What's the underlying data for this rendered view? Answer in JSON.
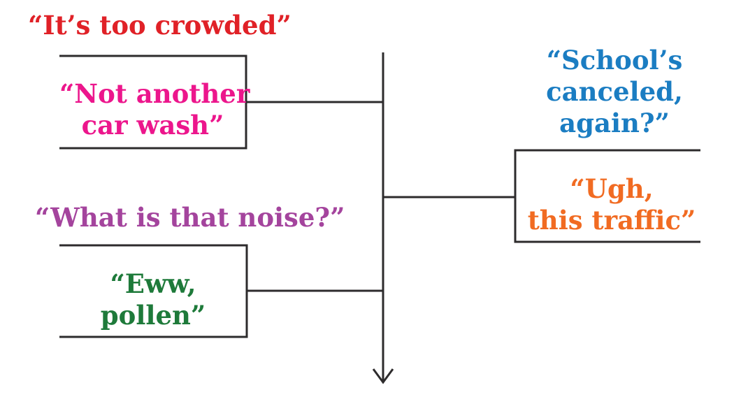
{
  "diagram": {
    "line_color": "#2d2b2c",
    "background": "#ffffff"
  },
  "quotes": {
    "crowded": {
      "text": "“It’s too crowded”",
      "color": "#e02127"
    },
    "car_wash": {
      "lines": [
        "“Not another",
        "car wash”"
      ],
      "color": "#ec168c"
    },
    "school": {
      "lines": [
        "“School’s",
        "canceled,",
        "again?”"
      ],
      "color": "#1b7dc2"
    },
    "traffic": {
      "lines": [
        "“Ugh,",
        "this traffic”"
      ],
      "color": "#f16b22"
    },
    "noise": {
      "text": "“What is that noise?”",
      "color": "#a4449d"
    },
    "pollen": {
      "lines": [
        "“Eww,",
        "pollen”"
      ],
      "color": "#1e7a3a"
    }
  }
}
